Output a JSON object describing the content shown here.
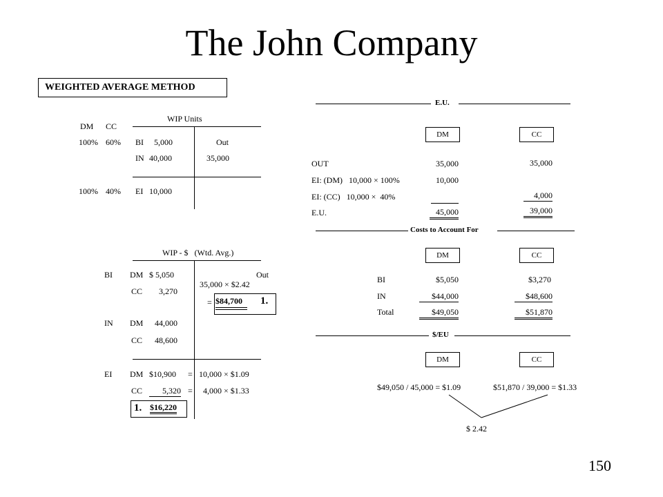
{
  "title": "The John Company",
  "method_label": "WEIGHTED AVERAGE METHOD",
  "page_number": "150",
  "wip_units": {
    "title": "WIP Units",
    "dm_head": "DM",
    "cc_head": "CC",
    "bi_dm_pct": "100%",
    "bi_cc_pct": "60%",
    "bi_label": "BI",
    "bi_value": "5,000",
    "out_label": "Out",
    "in_label": "IN",
    "in_value": "40,000",
    "out_value": "35,000",
    "ei_dm_pct": "100%",
    "ei_cc_pct": "40%",
    "ei_label": "EI",
    "ei_value": "10,000"
  },
  "wip_dollars": {
    "title": "WIP - $   (Wtd. Avg.)",
    "bi_label": "BI",
    "bi_dm_label": "DM",
    "bi_dm_value": "$ 5,050",
    "bi_cc_label": "CC",
    "bi_cc_value": "3,270",
    "out_label": "Out",
    "out_calc": "35,000 × $2.42",
    "out_equals": "=",
    "out_total": "$84,700",
    "out_marker": "1.",
    "in_label": "IN",
    "in_dm_label": "DM",
    "in_dm_value": "44,000",
    "in_cc_label": "CC",
    "in_cc_value": "48,600",
    "ei_label": "EI",
    "ei_dm_label": "DM",
    "ei_dm_value": "$10,900",
    "ei_dm_eq": "=",
    "ei_dm_calc": "10,000 × $1.09",
    "ei_cc_label": "CC",
    "ei_cc_value": "5,320",
    "ei_cc_eq": "=",
    "ei_cc_calc": "4,000 × $1.33",
    "ei_marker": "1.",
    "ei_total": "$16,220"
  },
  "eu": {
    "header": "E.U.",
    "dm_head": "DM",
    "cc_head": "CC",
    "out_label": "OUT",
    "out_dm": "35,000",
    "out_cc": "35,000",
    "ei_dm_label": "EI: (DM)   10,000 × 100%",
    "ei_dm_value": "10,000",
    "ei_cc_label": "EI: (CC)   10,000 ×  40%",
    "ei_cc_value": "4,000",
    "total_label": "E.U.",
    "total_dm": "45,000",
    "total_cc": "39,000"
  },
  "costs": {
    "header": "Costs to Account For",
    "dm_head": "DM",
    "cc_head": "CC",
    "bi_label": "BI",
    "bi_dm": "$5,050",
    "bi_cc": "$3,270",
    "in_label": "IN",
    "in_dm": "$44,000",
    "in_cc": "$48,600",
    "total_label": "Total",
    "total_dm": "$49,050",
    "total_cc": "$51,870"
  },
  "per_eu": {
    "header": "$/EU",
    "dm_head": "DM",
    "cc_head": "CC",
    "dm_calc": "$49,050 / 45,000 = $1.09",
    "cc_calc": "$51,870 / 39,000 = $1.33",
    "combined": "$ 2.42"
  }
}
